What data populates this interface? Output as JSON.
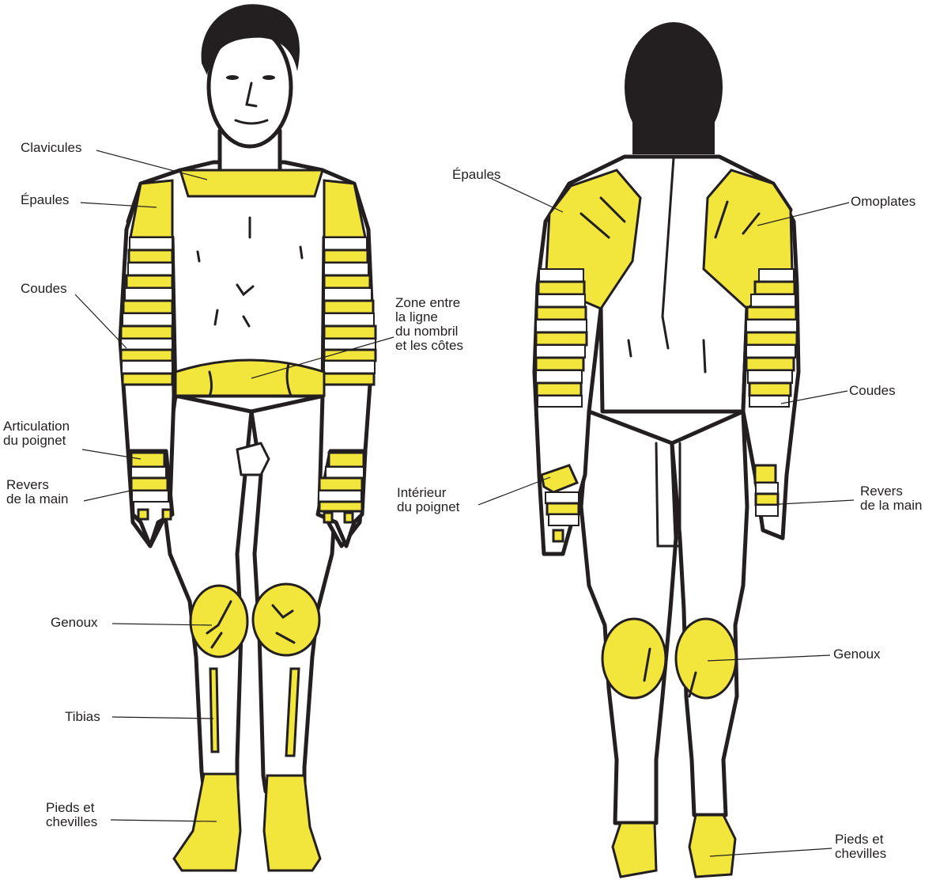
{
  "colors": {
    "highlight": "#f2e63c",
    "outline": "#231f20",
    "background": "#ffffff"
  },
  "front_labels": {
    "clavicles": "Clavicules",
    "shoulders": "Épaules",
    "elbows": "Coudes",
    "abdomen": "Zone entre\nla ligne\ndu nombril\net les côtes",
    "wrist": "Articulation\ndu poignet",
    "back_of_hand": "Revers\nde la main",
    "knees": "Genoux",
    "shins": "Tibias",
    "feet": "Pieds et\nchevilles"
  },
  "back_labels": {
    "shoulders": "Épaules",
    "shoulder_blades": "Omoplates",
    "elbows": "Coudes",
    "inner_wrist": "Intérieur\ndu poignet",
    "back_of_hand": "Revers\nde la main",
    "knees": "Genoux",
    "feet": "Pieds et\nchevilles"
  }
}
